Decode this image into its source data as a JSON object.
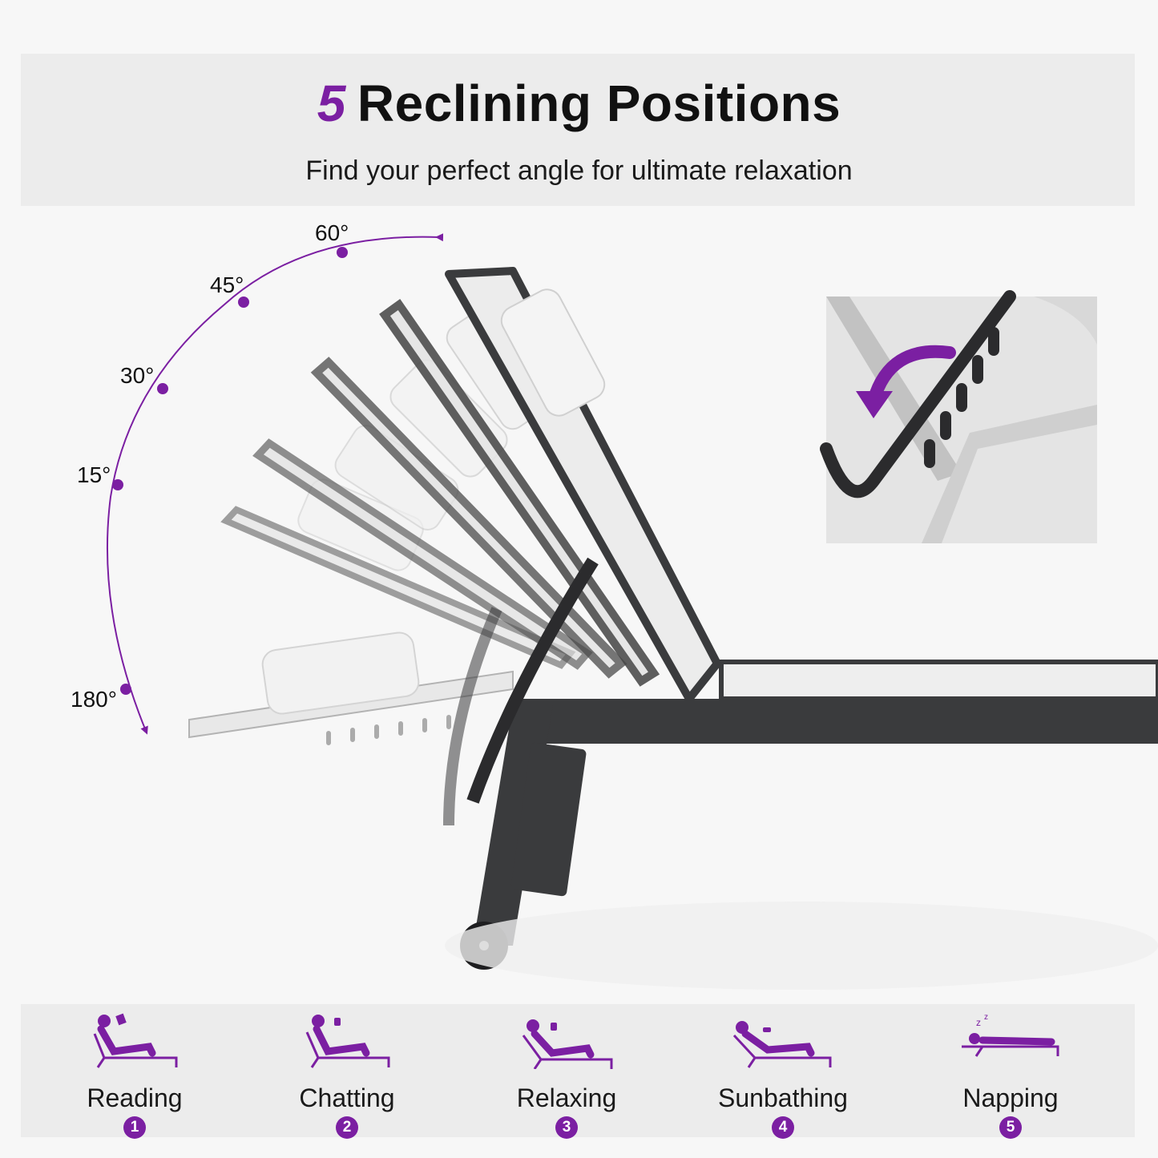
{
  "header": {
    "title_number": "5",
    "title_text": "Reclining Positions",
    "subtitle": "Find your perfect angle for ultimate relaxation"
  },
  "angles": [
    {
      "label": "60°"
    },
    {
      "label": "45°"
    },
    {
      "label": "30°"
    },
    {
      "label": "15°"
    },
    {
      "label": "180°"
    }
  ],
  "positions": [
    {
      "label": "Reading",
      "number": "1",
      "icon": "reading-icon"
    },
    {
      "label": "Chatting",
      "number": "2",
      "icon": "chatting-icon"
    },
    {
      "label": "Relaxing",
      "number": "3",
      "icon": "relaxing-icon"
    },
    {
      "label": "Sunbathing",
      "number": "4",
      "icon": "sunbathing-icon"
    },
    {
      "label": "Napping",
      "number": "5",
      "icon": "napping-icon"
    }
  ],
  "colors": {
    "accent": "#7b1fa2",
    "frame": "#3a3b3d",
    "fabric": "#eeeeee"
  }
}
